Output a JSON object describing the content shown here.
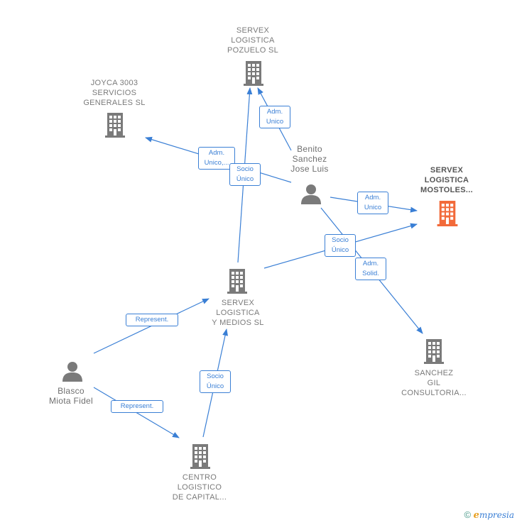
{
  "colors": {
    "edge": "#3a7fd5",
    "building": "#7a7a7a",
    "building_focus": "#f26a3a",
    "person": "#7a7a7a"
  },
  "nodes": {
    "pozuelo": {
      "label": "SERVEX\nLOGISTICA\nPOZUELO  SL",
      "icon": "building-icon"
    },
    "joyca": {
      "label": "JOYCA 3003\nSERVICIOS\nGENERALES SL",
      "icon": "building-icon"
    },
    "benito": {
      "label": "Benito\nSanchez\nJose Luis",
      "icon": "person-icon"
    },
    "mostoles": {
      "label": "SERVEX\nLOGISTICA\nMOSTOLES...",
      "icon": "building-icon"
    },
    "medios": {
      "label": "SERVEX\nLOGISTICA\nY MEDIOS  SL",
      "icon": "building-icon"
    },
    "sanchez": {
      "label": "SANCHEZ\nGIL\nCONSULTORIA...",
      "icon": "building-icon"
    },
    "blasco": {
      "label": "Blasco\nMiota Fidel",
      "icon": "person-icon"
    },
    "centro": {
      "label": "CENTRO\nLOGISTICO\nDE CAPITAL...",
      "icon": "building-icon"
    }
  },
  "edge_labels": {
    "adm_unico_pozuelo": "Adm.\nUnico",
    "adm_unico_joyca": "Adm.\nUnico,...",
    "socio_unico_pozuelo": "Socio\nÚnico",
    "adm_unico_mostoles": "Adm.\nUnico",
    "socio_unico_mostoles": "Socio\nÚnico",
    "adm_solid_sanchez": "Adm.\nSolid.",
    "represent_medios": "Represent.",
    "represent_centro": "Represent.",
    "socio_unico_centro": "Socio\nÚnico"
  },
  "footer": {
    "copyright": "©",
    "brand_initial": "e",
    "brand_rest": "mpresia"
  }
}
